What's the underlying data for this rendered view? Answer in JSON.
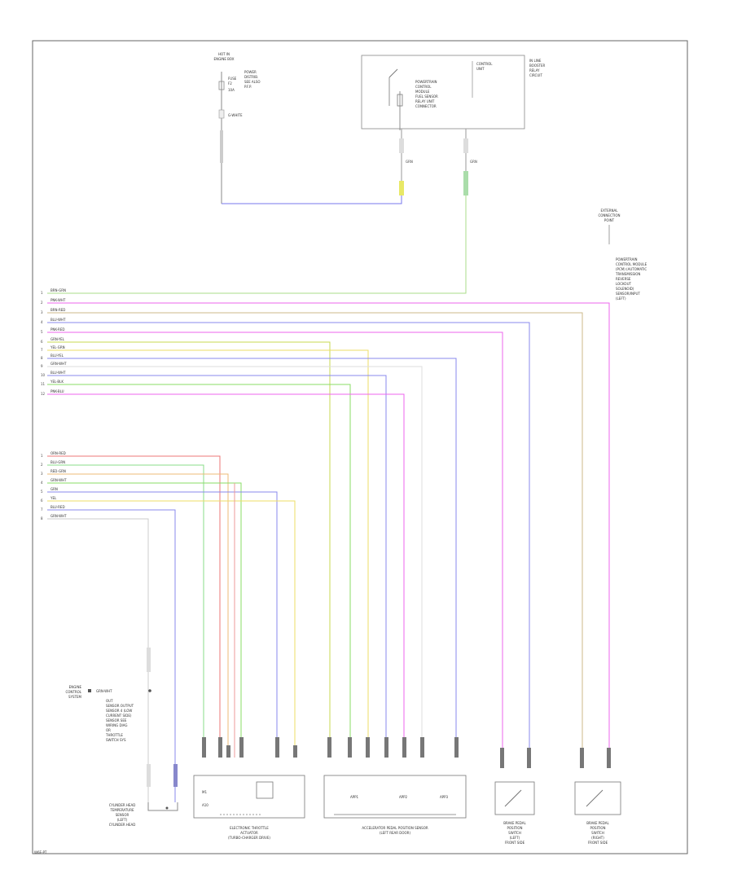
{
  "footer": {
    "code": "W6E-PT"
  },
  "top": {
    "fuse_block_title": [
      "HOT IN",
      "ENGINE BOX"
    ],
    "fuse_name": [
      "FUSE",
      "F2"
    ],
    "fuse_rating": "10A",
    "fuse_note": [
      "POWER",
      "DISTRIB.",
      "SEE ALSO",
      "P.F.P."
    ],
    "fuse_wire": "G-WHITE",
    "relay_box_lines": [
      "POWERTRAIN",
      "CONTROL",
      "MODULE"
    ],
    "relay_inner_lines": [
      "CONTROL",
      "UNIT",
      "",
      "FUEL SENSOR",
      "RELAY UNIT",
      "CONNECTOR"
    ],
    "relay_right_note": [
      "IN LINE",
      "BOOSTER",
      "RELAY",
      "CIRCUIT"
    ],
    "relay_pin_left": "GRN",
    "relay_pin_right": "GRN"
  },
  "right_note": {
    "title": [
      "EXTERNAL",
      "CONNECTION",
      "POINT"
    ],
    "lines": [
      "POWERTRAIN",
      "CONTROL MODULE",
      "(PCM) (AUTOMATIC",
      "TRANSMISSION",
      "REVERSE",
      "LOCKOUT",
      "SOLENOID)",
      "SENSOR/INPUT",
      "(LEFT)"
    ]
  },
  "upper_bus": {
    "labels": [
      "BRN-GRN",
      "PNK-WHT",
      "BRN-RED",
      "BLU-WHT",
      "PNK-RED",
      "GRN-YEL",
      "YEL-GRN",
      "BLU-YEL",
      "GRN-WHT",
      "BLU-WHT",
      "YEL-BLK",
      "PNK-BLU"
    ],
    "pins": [
      "1",
      "2",
      "3",
      "4",
      "5",
      "6",
      "7",
      "8",
      "9",
      "10",
      "11",
      "12"
    ]
  },
  "lower_bus": {
    "labels": [
      "ORN-RED",
      "BLU-GRN",
      "RED-GRN",
      "GRN-WHT",
      "GRN",
      "YEL",
      "BLU-RED",
      "GRN-WHT"
    ],
    "pins": [
      "1",
      "2",
      "3",
      "4",
      "5",
      "6",
      "7",
      "8"
    ]
  },
  "components": {
    "left_sensor_note": [
      "ENGINE",
      "CONTROL",
      "SYSTEM"
    ],
    "left_sensor_text": [
      "OUT",
      "SENSOR OUTPUT",
      "SENSOR 4 (LOW",
      "CURRENT SIDE)",
      "SENSOR SEE",
      "WIRING DIAG",
      "OR",
      "THROTTLE",
      "SWITCH SYS"
    ],
    "left_sensor_badge": "GRN-WHT",
    "bottom_left_name": [
      "CYLINDER HEAD",
      "TEMPERATURE",
      "SENSOR",
      "(LEFT)",
      "CYLINDER HEAD"
    ],
    "throttle_name": [
      "ELECTRONIC THROTTLE",
      "ACTUATOR",
      "(TURBO-CHARGER DRIVE)"
    ],
    "throttle_label_a": "M1",
    "throttle_label_b": "A10",
    "accel_name": [
      "ACCELERATOR PEDAL POSITION SENSOR",
      "(LEFT REAR DOOR)"
    ],
    "accel_label_a": "APP1",
    "accel_label_b": "APP2",
    "accel_label_c": "APP3",
    "switch1_name": [
      "BRAKE PEDAL",
      "POSITION",
      "SWITCH",
      "(LEFT)",
      "FRONT SIDE"
    ],
    "switch2_name": [
      "BRAKE PEDAL",
      "POSITION",
      "SWITCH",
      "(RIGHT)",
      "FRONT SIDE"
    ]
  },
  "colors": {
    "wire_blue": "#7777ee",
    "wire_pink": "#ee66ee",
    "wire_tan": "#ccb88a",
    "wire_green": "#88dd66",
    "wire_yellow": "#e8e066",
    "wire_red": "#ee7777",
    "wire_orange": "#eebb77",
    "wire_gray": "#dddddd"
  }
}
